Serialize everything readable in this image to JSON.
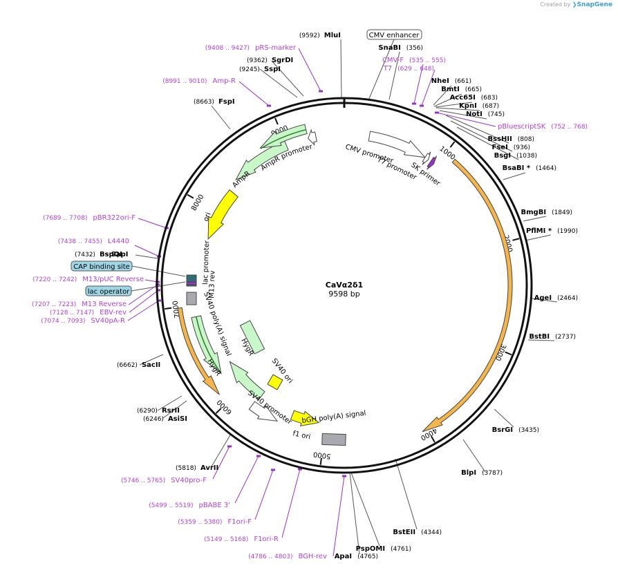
{
  "app": {
    "credit_prefix": "Created by",
    "credit_brand": "SnapGene"
  },
  "plasmid": {
    "name": "CaVα2δ1",
    "size_label": "9598 bp",
    "length": 9598
  },
  "colors": {
    "backbone": "#111111",
    "primer": "#9a2fc9",
    "primer_text": "#b33fd6",
    "promoter": "#ffffff",
    "ori": "#ffff00",
    "cds": "#c8f7c8",
    "polyA": "#a8aab0",
    "orf": "#f5b54a",
    "boxed_blue": "#9fd6e6"
  },
  "ticks": [
    {
      "pos": 1000,
      "label": "1000"
    },
    {
      "pos": 2000,
      "label": "2000"
    },
    {
      "pos": 3000,
      "label": "3000"
    },
    {
      "pos": 4000,
      "label": "4000"
    },
    {
      "pos": 5000,
      "label": "5000"
    },
    {
      "pos": 6000,
      "label": "6000"
    },
    {
      "pos": 7000,
      "label": "7000"
    },
    {
      "pos": 8000,
      "label": "8000"
    },
    {
      "pos": 9000,
      "label": "9000"
    }
  ],
  "enzymes": [
    {
      "name": "MluI",
      "coord": "(9592)",
      "pos": 9592
    },
    {
      "name": "SnaBI",
      "coord": "(356)",
      "pos": 356
    },
    {
      "name": "NheI",
      "coord": "(661)",
      "pos": 661
    },
    {
      "name": "BmtI",
      "coord": "(665)",
      "pos": 665
    },
    {
      "name": "Acc65I",
      "coord": "(683)",
      "pos": 683
    },
    {
      "name": "KpnI",
      "coord": "(687)",
      "pos": 687
    },
    {
      "name": "NotI",
      "coord": "(745)",
      "pos": 745
    },
    {
      "name": "BssHII",
      "coord": "(808)",
      "pos": 808
    },
    {
      "name": "FseI",
      "coord": "(936)",
      "pos": 936
    },
    {
      "name": "BsgI",
      "coord": "(1038)",
      "pos": 1038
    },
    {
      "name": "BsaBI *",
      "coord": "(1464)",
      "pos": 1464
    },
    {
      "name": "BmgBI",
      "coord": "(1849)",
      "pos": 1849
    },
    {
      "name": "PflMI *",
      "coord": "(1990)",
      "pos": 1990
    },
    {
      "name": "AgeI",
      "coord": "(2464)",
      "pos": 2464
    },
    {
      "name": "BstBI",
      "coord": "(2737)",
      "pos": 2737
    },
    {
      "name": "BsrGI",
      "coord": "(3435)",
      "pos": 3435
    },
    {
      "name": "BlpI",
      "coord": "(3787)",
      "pos": 3787
    },
    {
      "name": "BstEII",
      "coord": "(4344)",
      "pos": 4344
    },
    {
      "name": "PspOMI",
      "coord": "(4761)",
      "pos": 4761
    },
    {
      "name": "ApaI",
      "coord": "(4765)",
      "pos": 4765
    },
    {
      "name": "AvrII",
      "coord": "(5818)",
      "pos": 5818
    },
    {
      "name": "RsrII",
      "coord": "(6290)",
      "pos": 6290
    },
    {
      "name": "AsiSI",
      "coord": "(6246)",
      "pos": 6246
    },
    {
      "name": "SacII",
      "coord": "(6662)",
      "pos": 6662
    },
    {
      "name": "BspQI",
      "coord": "(7432)",
      "pos": 7432
    },
    {
      "name": "- SapI",
      "coord": "",
      "pos": 7432
    },
    {
      "name": "FspI",
      "coord": "(8663)",
      "pos": 8663
    },
    {
      "name": "SspI",
      "coord": "(9245)",
      "pos": 9245
    },
    {
      "name": "SgrDI",
      "coord": "(9362)",
      "pos": 9362
    }
  ],
  "primers": [
    {
      "name": "pRS-marker",
      "coord": "(9408 .. 9427)",
      "pos": 9417
    },
    {
      "name": "Amp-R",
      "coord": "(8991 .. 9010)",
      "pos": 9000
    },
    {
      "name": "CMV-F",
      "coord": "(535 .. 555)",
      "pos": 545
    },
    {
      "name": "T7",
      "coord": "(629 .. 648)",
      "pos": 638
    },
    {
      "name": "pBluescriptSK",
      "coord": "(752 .. 768)",
      "pos": 760
    },
    {
      "name": "pBR322ori-F",
      "coord": "(7689 .. 7708)",
      "pos": 7698
    },
    {
      "name": "L4440",
      "coord": "(7438 .. 7455)",
      "pos": 7446
    },
    {
      "name": "M13/pUC Reverse",
      "coord": "(7220 .. 7242)",
      "pos": 7231
    },
    {
      "name": "M13 Reverse",
      "coord": "(7207 .. 7223)",
      "pos": 7215
    },
    {
      "name": "EBV-rev",
      "coord": "(7128 .. 7147)",
      "pos": 7137
    },
    {
      "name": "SV40pA-R",
      "coord": "(7074 .. 7093)",
      "pos": 7083
    },
    {
      "name": "SV40pro-F",
      "coord": "(5746 .. 5765)",
      "pos": 5755
    },
    {
      "name": "pBABE 3'",
      "coord": "(5499 .. 5519)",
      "pos": 5509
    },
    {
      "name": "F1ori-F",
      "coord": "(5359 .. 5380)",
      "pos": 5369
    },
    {
      "name": "F1ori-R",
      "coord": "(5149 .. 5168)",
      "pos": 5158
    },
    {
      "name": "BGH-rev",
      "coord": "(4786 .. 4803)",
      "pos": 4794
    }
  ],
  "boxed_labels": [
    {
      "name": "CMV enhancer"
    },
    {
      "name": "CAP binding site"
    },
    {
      "name": "lac operator"
    }
  ],
  "features": [
    {
      "name": "CMV promoter"
    },
    {
      "name": "T7 promoter"
    },
    {
      "name": "SK primer"
    },
    {
      "name": "AmpR promoter"
    },
    {
      "name": "AmpR"
    },
    {
      "name": "ori"
    },
    {
      "name": "lac promoter"
    },
    {
      "name": "M13 rev"
    },
    {
      "name": "SV40 poly(A) signal"
    },
    {
      "name": "HygR"
    },
    {
      "name": "HygR"
    },
    {
      "name": "SV40 ori"
    },
    {
      "name": "SV40 promoter"
    },
    {
      "name": "bGH poly(A) signal"
    },
    {
      "name": "f1 ori"
    }
  ]
}
